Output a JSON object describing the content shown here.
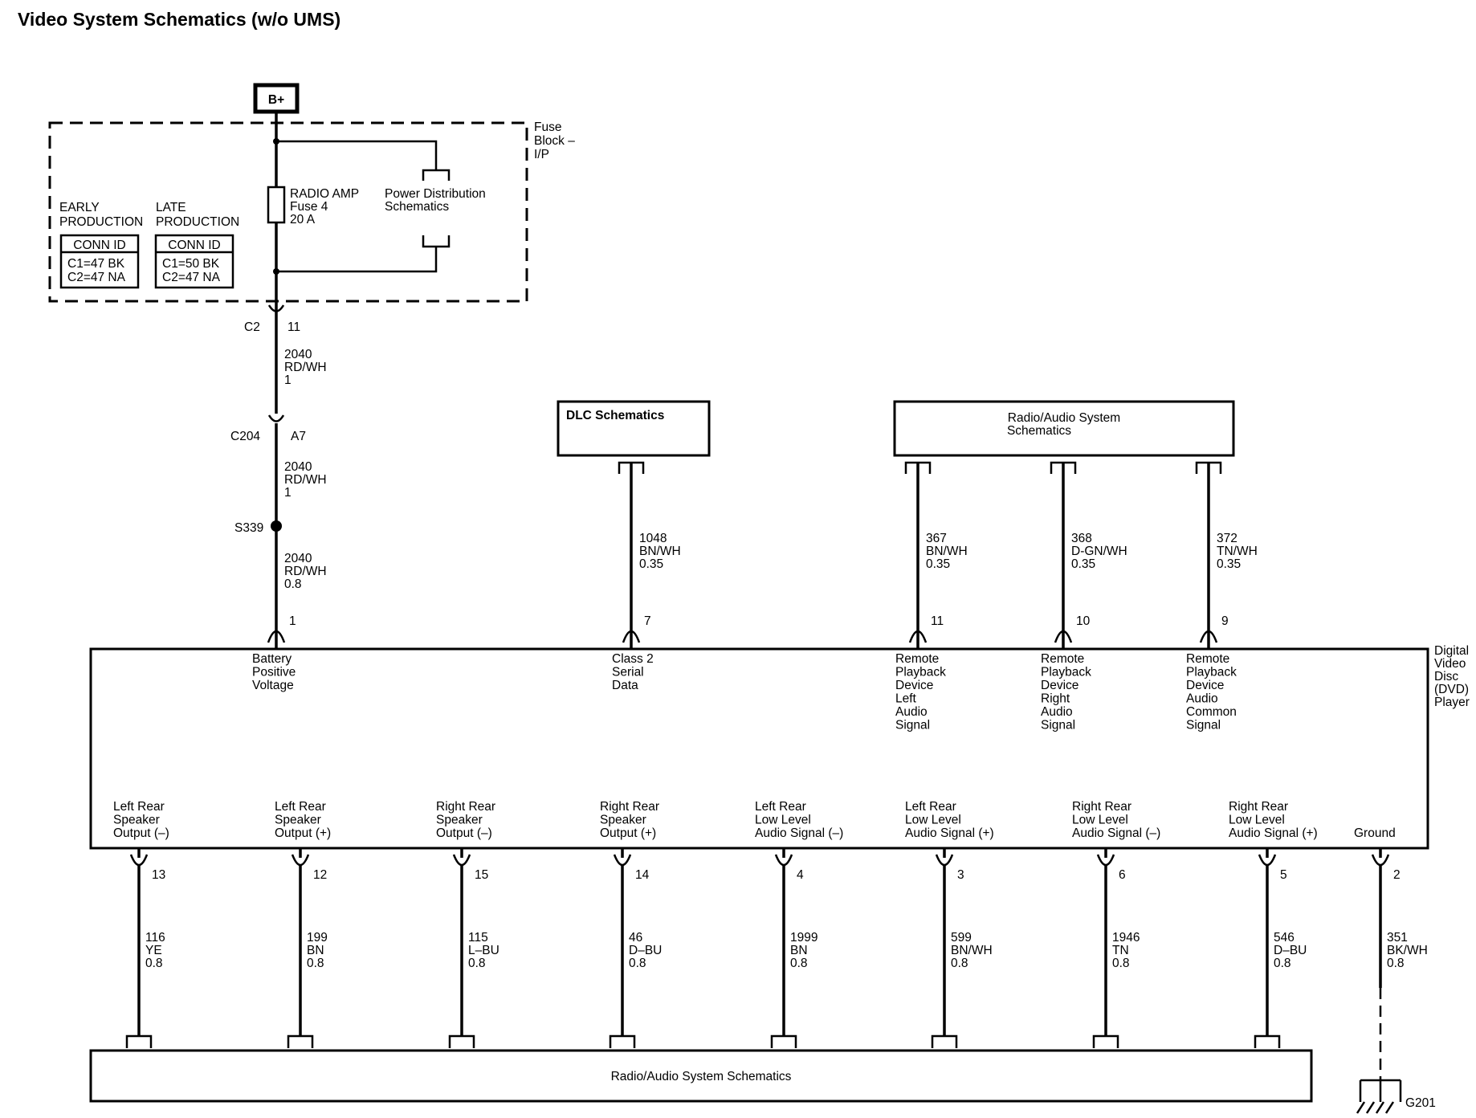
{
  "title": "Video System Schematics (w/o UMS)",
  "battery_label": "B+",
  "fuse_block": {
    "label": [
      "Fuse",
      "Block –",
      "I/P"
    ],
    "fuse_label": [
      "RADIO AMP",
      "Fuse 4",
      "20 A"
    ],
    "power_ref": [
      "Power Distribution",
      "Schematics"
    ],
    "early": {
      "heading": [
        "EARLY",
        "PRODUCTION"
      ],
      "conn_id": "CONN ID",
      "lines": [
        "C1=47 BK",
        "C2=47 NA"
      ]
    },
    "late": {
      "heading": [
        "LATE",
        "PRODUCTION"
      ],
      "conn_id": "CONN ID",
      "lines": [
        "C1=50 BK",
        "C2=47 NA"
      ]
    }
  },
  "feed_segments": [
    {
      "connector": "C2",
      "pin": "11",
      "wire": [
        "2040",
        "RD/WH",
        "1"
      ]
    },
    {
      "connector": "C204",
      "pin": "A7",
      "wire": [
        "2040",
        "RD/WH",
        "1"
      ]
    },
    {
      "connector": "S339",
      "pin": "",
      "wire": [
        "2040",
        "RD/WH",
        "0.8"
      ]
    }
  ],
  "dlc_box": "DLC Schematics",
  "radio_top_box": [
    "Radio/Audio System",
    "Schematics"
  ],
  "radio_bottom_box": "Radio/Audio System Schematics",
  "dvd_label": [
    "Digital",
    "Video",
    "Disc",
    "(DVD)",
    "Player"
  ],
  "top_pins": [
    {
      "pin": "1",
      "circuit": [
        "Battery",
        "Positive",
        "Voltage"
      ]
    },
    {
      "pin": "7",
      "wire": [
        "1048",
        "BN/WH",
        "0.35"
      ],
      "circuit": [
        "Class 2",
        "Serial",
        "Data"
      ]
    },
    {
      "pin": "11",
      "wire": [
        "367",
        "BN/WH",
        "0.35"
      ],
      "circuit": [
        "Remote",
        "Playback",
        "Device",
        "Left",
        "Audio",
        "Signal"
      ]
    },
    {
      "pin": "10",
      "wire": [
        "368",
        "D-GN/WH",
        "0.35"
      ],
      "circuit": [
        "Remote",
        "Playback",
        "Device",
        "Right",
        "Audio",
        "Signal"
      ]
    },
    {
      "pin": "9",
      "wire": [
        "372",
        "TN/WH",
        "0.35"
      ],
      "circuit": [
        "Remote",
        "Playback",
        "Device",
        "Audio",
        "Common",
        "Signal"
      ]
    }
  ],
  "bottom_pins": [
    {
      "pin": "13",
      "circuit": [
        "Left Rear",
        "Speaker",
        "Output (–)"
      ],
      "wire": [
        "116",
        "YE",
        "0.8"
      ]
    },
    {
      "pin": "12",
      "circuit": [
        "Left Rear",
        "Speaker",
        "Output (+)"
      ],
      "wire": [
        "199",
        "BN",
        "0.8"
      ]
    },
    {
      "pin": "15",
      "circuit": [
        "Right Rear",
        "Speaker",
        "Output (–)"
      ],
      "wire": [
        "115",
        "L–BU",
        "0.8"
      ]
    },
    {
      "pin": "14",
      "circuit": [
        "Right Rear",
        "Speaker",
        "Output (+)"
      ],
      "wire": [
        "46",
        "D–BU",
        "0.8"
      ]
    },
    {
      "pin": "4",
      "circuit": [
        "Left Rear",
        "Low Level",
        "Audio Signal (–)"
      ],
      "wire": [
        "1999",
        "BN",
        "0.8"
      ]
    },
    {
      "pin": "3",
      "circuit": [
        "Left Rear",
        "Low Level",
        "Audio Signal (+)"
      ],
      "wire": [
        "599",
        "BN/WH",
        "0.8"
      ]
    },
    {
      "pin": "6",
      "circuit": [
        "Right Rear",
        "Low Level",
        "Audio Signal (–)"
      ],
      "wire": [
        "1946",
        "TN",
        "0.8"
      ]
    },
    {
      "pin": "5",
      "circuit": [
        "Right Rear",
        "Low Level",
        "Audio Signal (+)"
      ],
      "wire": [
        "546",
        "D–BU",
        "0.8"
      ]
    },
    {
      "pin": "2",
      "circuit": [
        "Ground"
      ],
      "wire": [
        "351",
        "BK/WH",
        "0.8"
      ]
    }
  ],
  "ground_label": "G201"
}
